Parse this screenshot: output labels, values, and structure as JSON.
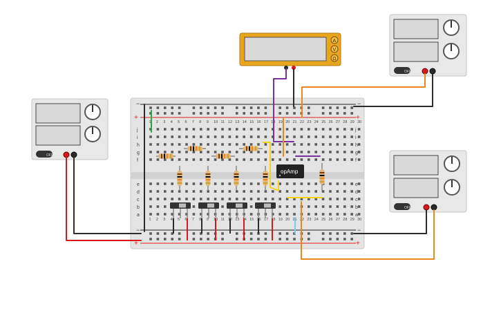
{
  "colors": {
    "board": "#e6e6e6",
    "rail_red": "#d22",
    "rail_blue": "#222",
    "wire_red": "#d9161c",
    "wire_black": "#2b2b2b",
    "wire_orange": "#e8871e",
    "wire_purple": "#7a2f9a",
    "wire_yellow": "#f2d21b",
    "wire_green": "#2aa63a",
    "wire_blue": "#7ec8e3",
    "meter_body": "#e8a51e",
    "ic_body": "#222222"
  },
  "breadboard": {
    "row_labels_top": [
      "j",
      "i",
      "h",
      "g",
      "f"
    ],
    "row_labels_bottom": [
      "e",
      "d",
      "c",
      "b",
      "a"
    ],
    "columns": [
      "1",
      "2",
      "3",
      "4",
      "5",
      "6",
      "7",
      "8",
      "9",
      "10",
      "11",
      "12",
      "13",
      "14",
      "15",
      "16",
      "17",
      "18",
      "19",
      "20",
      "21",
      "22",
      "23",
      "24",
      "25",
      "26",
      "27",
      "28",
      "29",
      "30"
    ],
    "plus_sign": "+",
    "minus_sign": "−"
  },
  "opamp": {
    "label": "opAmp"
  },
  "multimeter": {
    "buttons": [
      "A",
      "V",
      "Ω"
    ]
  },
  "power_supplies": [
    {
      "id": "left",
      "button_label": "OFF"
    },
    {
      "id": "top-right",
      "button_label": "OFF"
    },
    {
      "id": "bottom-right",
      "button_label": "OFF"
    }
  ]
}
